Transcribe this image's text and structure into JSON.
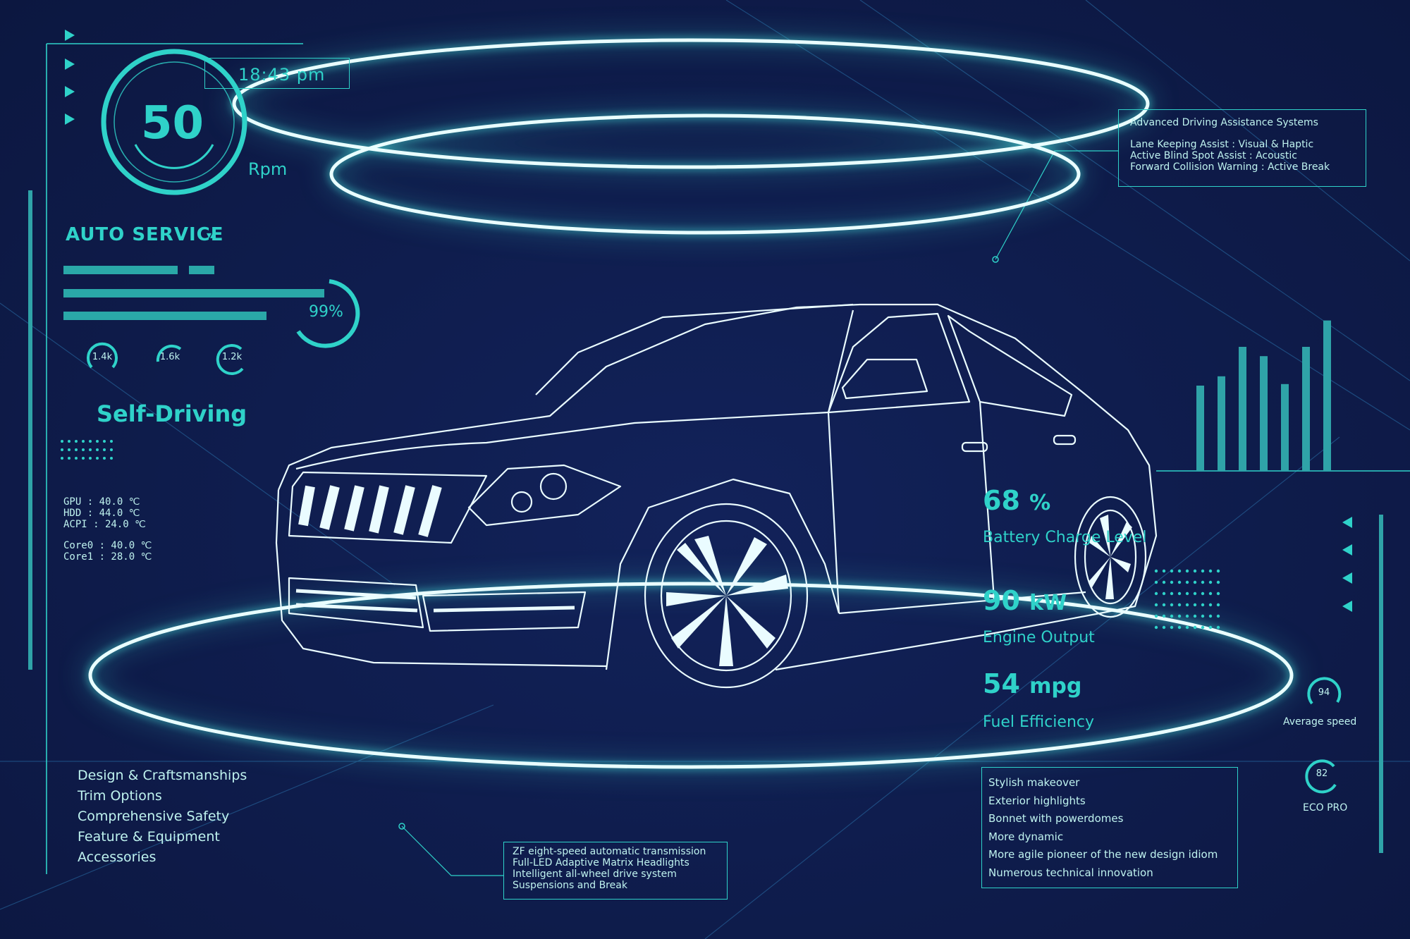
{
  "colors": {
    "background": "#0f1d4e",
    "accent": "#2fd2c9",
    "ring": "#e9ffff",
    "text_pale": "#bff3ef"
  },
  "header": {
    "time": "18:43 pm",
    "speed_value": "50",
    "speed_unit": "Rpm"
  },
  "auto_service": {
    "label": "AUTO SERVICE",
    "caret": "▾▴",
    "percent": "99%",
    "percent_value": 0.99
  },
  "mini_gauges": [
    {
      "label": "1.4k"
    },
    {
      "label": "1.6k"
    },
    {
      "label": "1.2k"
    }
  ],
  "self_driving": {
    "label": "Self-Driving"
  },
  "system_stats": {
    "gpu": "GPU : 40.0 ℃",
    "hdd": "HDD : 44.0 ℃",
    "acpi": "ACPI : 24.0 ℃",
    "core0": "Core0 : 40.0 ℃",
    "core1": "Core1 : 28.0 ℃"
  },
  "left_menu": [
    "Design & Craftsmanships",
    "Trim Options",
    "Comprehensive Safety",
    "Feature & Equipment",
    "Accessories"
  ],
  "adas": {
    "title": "Advanced Driving Assistance Systems",
    "lines": [
      "Lane Keeping Assist : Visual & Haptic",
      "Active Blind Spot Assist : Acoustic",
      "Forward Collision Warning : Active Break"
    ]
  },
  "stats": [
    {
      "value": "68",
      "unit": "%",
      "label": "Battery Charge Level"
    },
    {
      "value": "90",
      "unit": "kW",
      "label": "Engine Output"
    },
    {
      "value": "54",
      "unit": "mpg",
      "label": "Fuel Efficiency"
    }
  ],
  "specs": [
    "ZF eight-speed automatic transmission",
    "Full-LED Adaptive Matrix Headlights",
    "Intelligent all-wheel drive system",
    "Suspensions and Break"
  ],
  "styling": [
    "Stylish makeover",
    "Exterior highlights",
    "Bonnet with powerdomes",
    "More dynamic",
    "More agile pioneer of the new design idiom",
    "Numerous technical innovation"
  ],
  "right_gauges": [
    {
      "value": "94",
      "label": "Average speed"
    },
    {
      "value": "82",
      "label": "ECO PRO"
    }
  ],
  "bar_chart": {
    "values": [
      0.55,
      0.61,
      0.8,
      0.74,
      0.56,
      0.8,
      0.97
    ]
  }
}
